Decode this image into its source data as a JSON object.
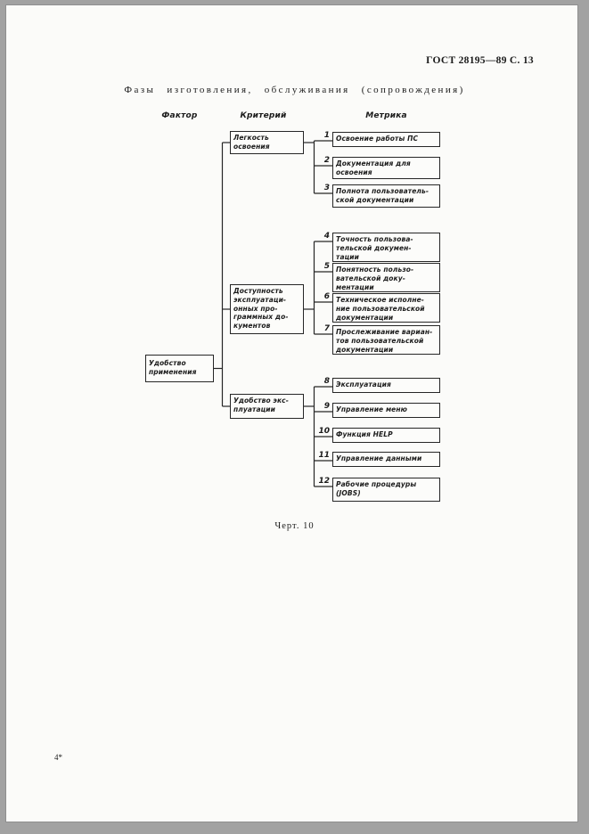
{
  "header": {
    "gost": "ГОСТ 28195—89 С. 13"
  },
  "title": "Фазы изготовления, обслуживания (сопровождения)",
  "columns": {
    "factor": "Фактор",
    "criterion": "Критерий",
    "metric": "Метрика"
  },
  "tree": {
    "factor": {
      "text": "Удобство\nприменения"
    },
    "criteria": [
      {
        "text": "Легкость\nосвоения"
      },
      {
        "text": "Доступность\nэксплуатаци-\nонных про-\nграммных до-\nкументов"
      },
      {
        "text": "Удобство экс-\nплуатации"
      }
    ],
    "metrics": [
      {
        "num": "1",
        "text": "Освоение работы ПС"
      },
      {
        "num": "2",
        "text": "Документация для\nосвоения"
      },
      {
        "num": "3",
        "text": "Полнота пользователь-\nской документации"
      },
      {
        "num": "4",
        "text": "Точность пользова-\nтельской докумен-\nтации"
      },
      {
        "num": "5",
        "text": "Понятность пользо-\nвательской доку-\nментации"
      },
      {
        "num": "6",
        "text": "Техническое исполне-\nние пользовательской\nдокументации"
      },
      {
        "num": "7",
        "text": "Прослеживание вариан-\nтов пользовательской\nдокументации"
      },
      {
        "num": "8",
        "text": "Эксплуатация"
      },
      {
        "num": "9",
        "text": "Управление меню"
      },
      {
        "num": "10",
        "text": "Функция HELP"
      },
      {
        "num": "11",
        "text": "Управление данными"
      },
      {
        "num": "12",
        "text": "Рабочие процедуры\n(JOBS)"
      }
    ]
  },
  "caption": "Черт. 10",
  "footnote": "4*"
}
